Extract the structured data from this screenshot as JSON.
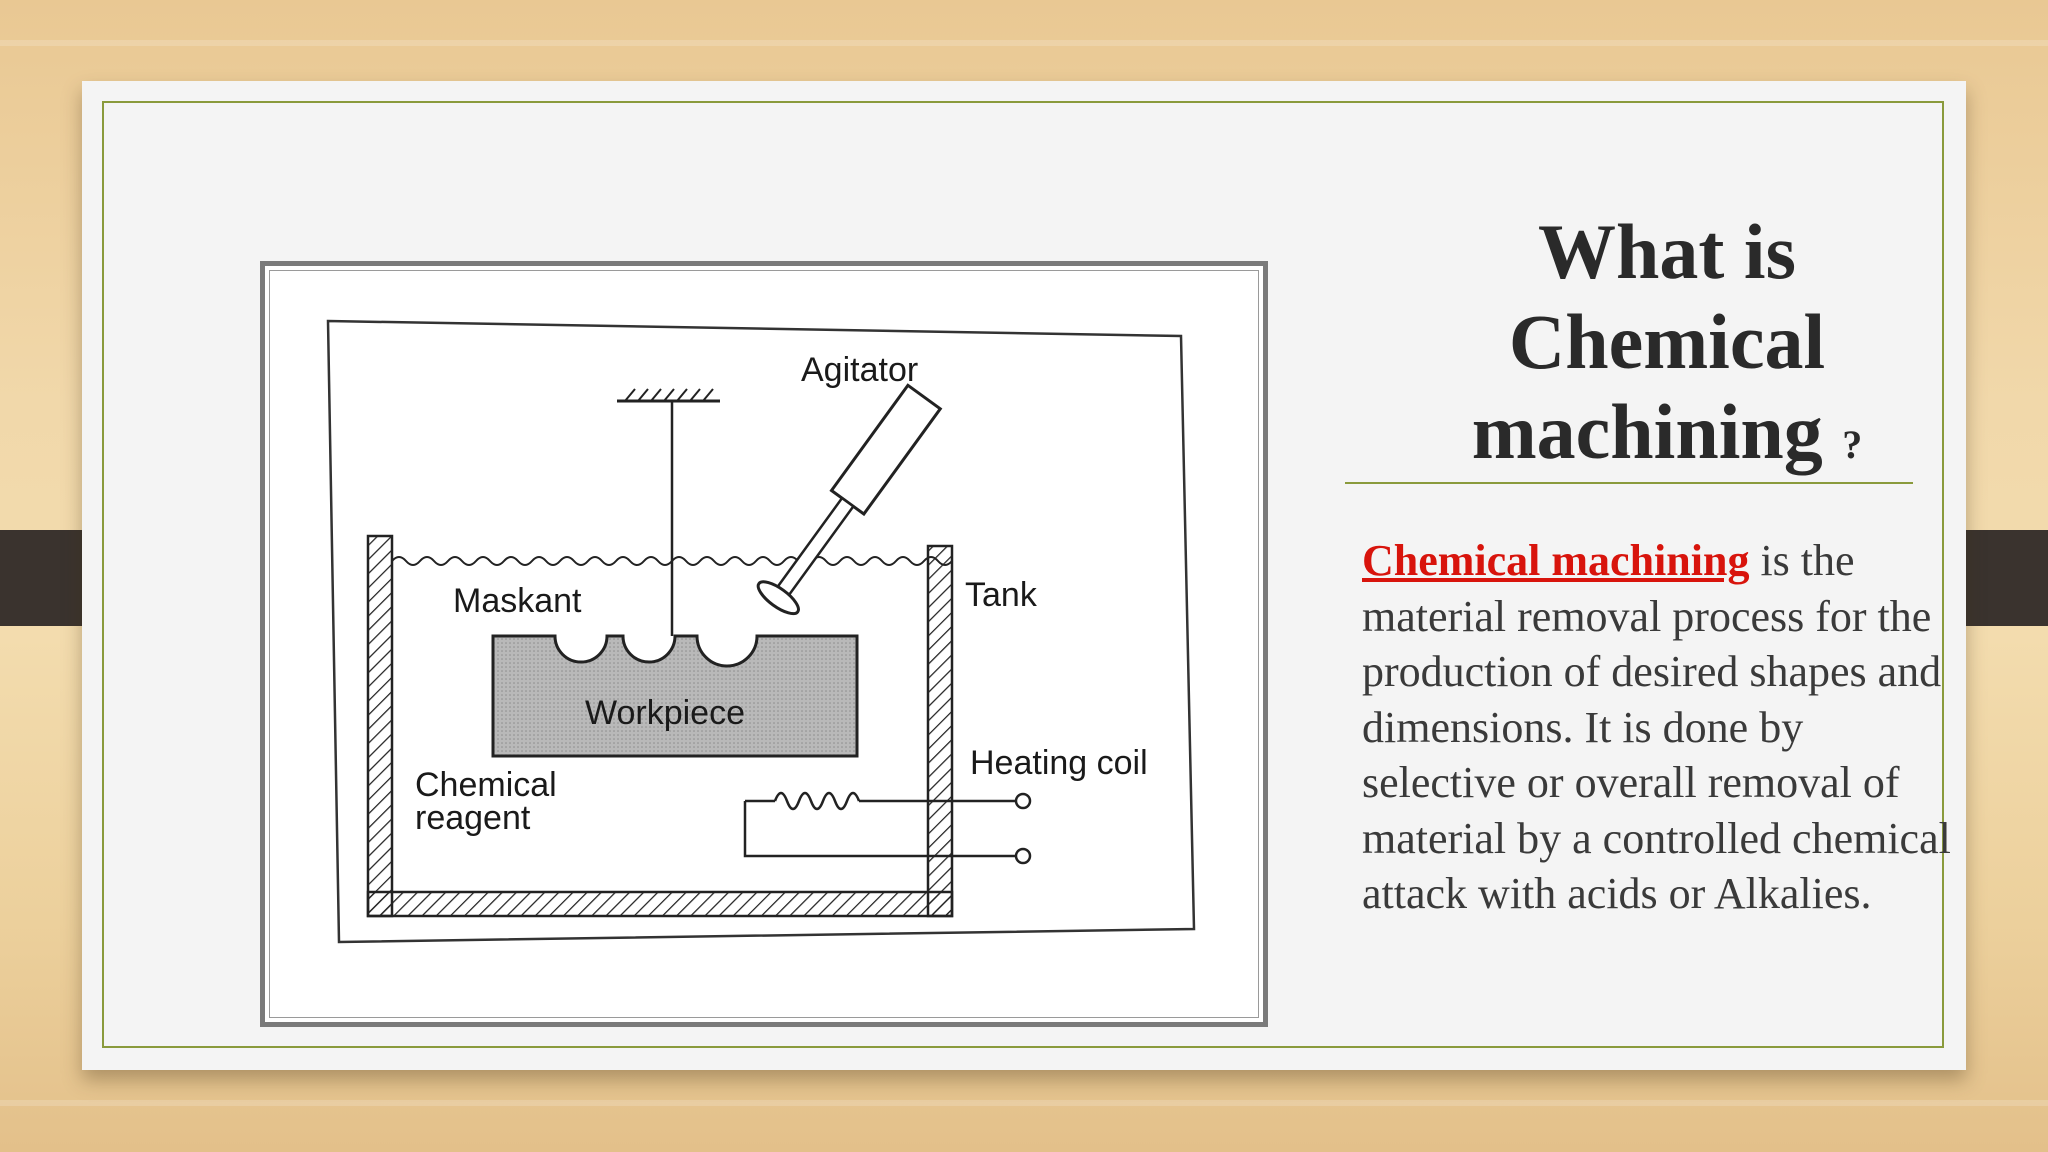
{
  "slide": {
    "title_line1": "What is",
    "title_line2": "Chemical",
    "title_line3": "machining",
    "title_mark": "?",
    "body_term": "Chemical machining",
    "body_rest": " is the material removal process for the production of desired shapes and dimensions. It is done by selective or overall removal of material by a controlled chemical attack with acids or Alkalies."
  },
  "diagram": {
    "labels": {
      "agitator": "Agitator",
      "maskant": "Maskant",
      "tank": "Tank",
      "workpiece": "Workpiece",
      "heating_coil": "Heating coil",
      "chemical_line1": "Chemical",
      "chemical_line2": "reagent"
    }
  },
  "colors": {
    "accent_green": "#8a9a3c",
    "term_red": "#d8140c",
    "tab_dark": "#3a332e"
  }
}
